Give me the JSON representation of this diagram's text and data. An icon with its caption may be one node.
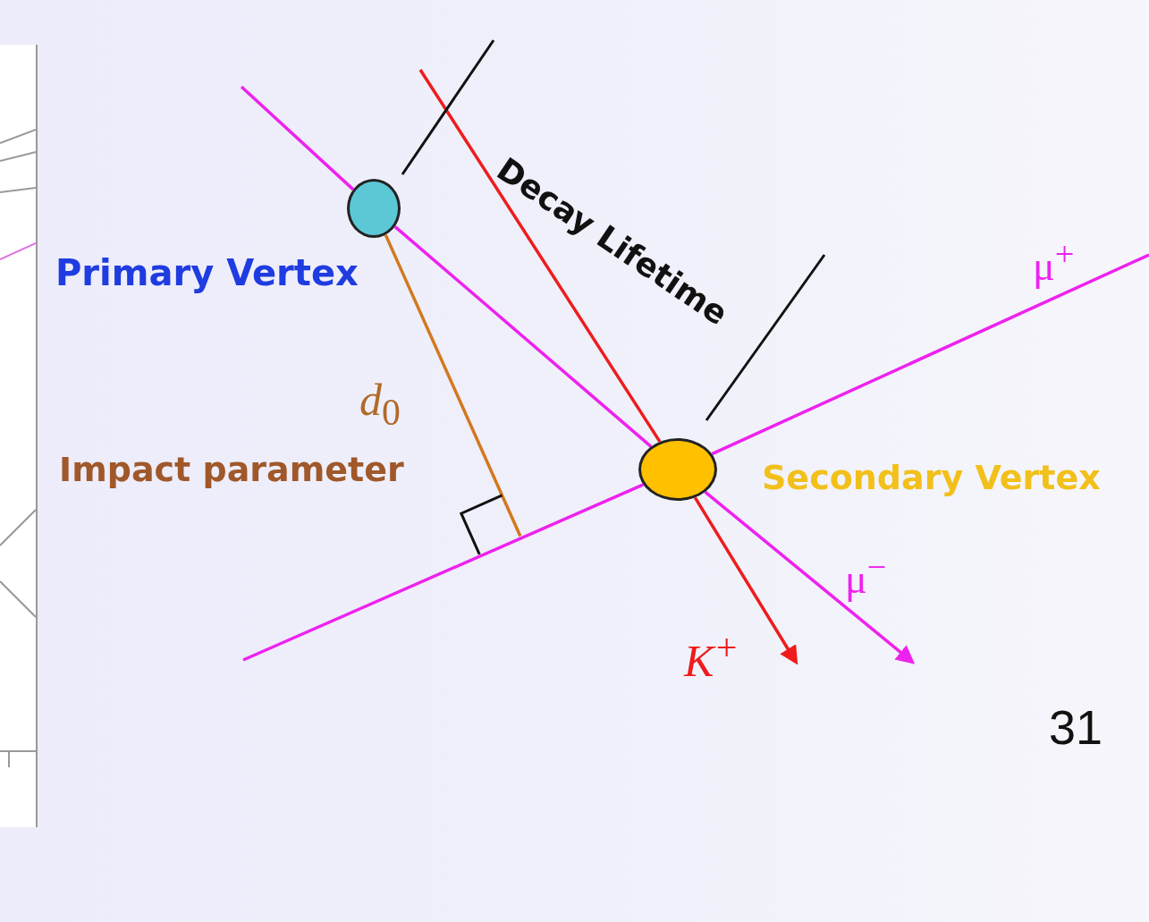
{
  "diagram": {
    "nodes": [
      {
        "text": [],
        "shape": "circle",
        "beside": [
          "Primary Vertex"
        ]
      },
      {
        "text": [],
        "shape": "circle",
        "beside": [
          "Secondary Vertex"
        ]
      }
    ],
    "edges": [
      {
        "from": null,
        "to": 0,
        "arrow": "none"
      },
      {
        "from": 0,
        "to": 1,
        "arrow": "none"
      },
      {
        "from": 1,
        "to": null,
        "arrow": "to",
        "label": "μ$^{−}$"
      },
      {
        "from": null,
        "to": 1,
        "arrow": "none",
        "color": "#ee1c1c"
      },
      {
        "from": 1,
        "to": null,
        "arrow": "to",
        "label": "*K*$^{+}$",
        "color": "#ee1c1c"
      },
      {
        "from": null,
        "to": 1,
        "arrow": "none"
      },
      {
        "from": 1,
        "to": null,
        "arrow": "none",
        "label": "μ$^{+}$"
      },
      {
        "from": 0,
        "to": null,
        "arrow": "none",
        "label": "*d*$_{0}$",
        "color": "#d2781e"
      }
    ],
    "labels": [
      "Decay Lifetime",
      "Impact parameter",
      "31"
    ]
  }
}
